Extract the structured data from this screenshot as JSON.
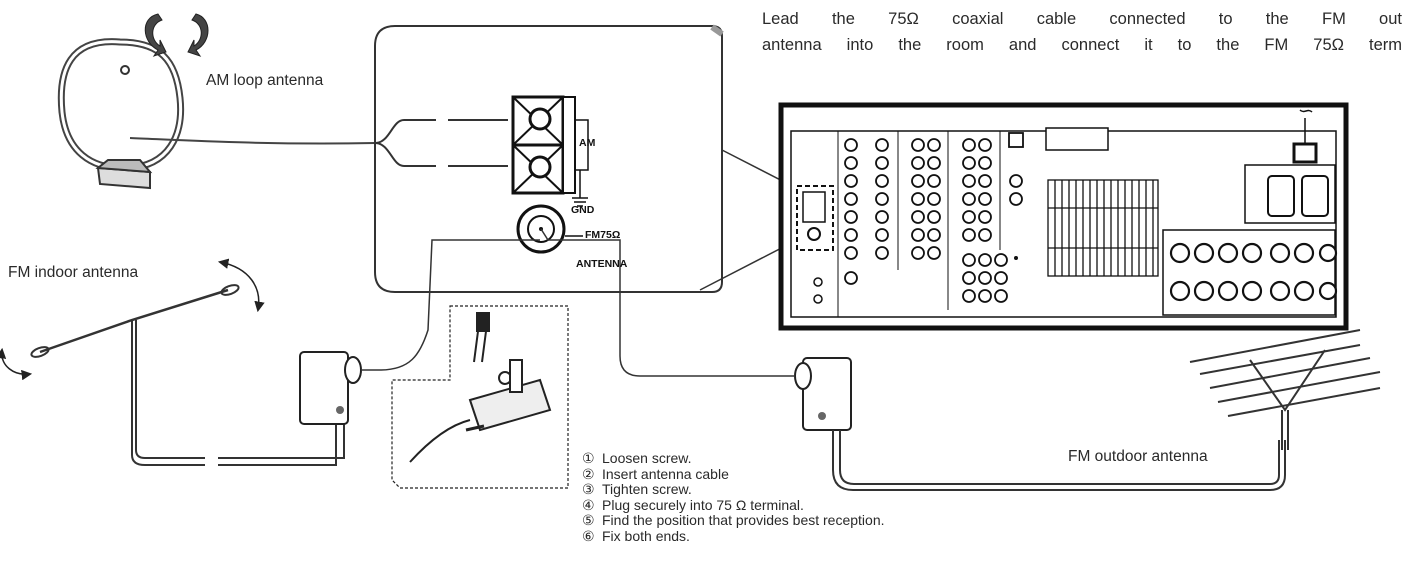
{
  "intro": {
    "line1": "Lead the 75Ω coaxial cable connected to the FM out",
    "line2": "antenna into the room and connect it to the FM 75Ω term"
  },
  "labels": {
    "am_loop": "AM loop antenna",
    "fm_indoor": "FM indoor antenna",
    "fm_outdoor": "FM outdoor antenna"
  },
  "terminal_panel": {
    "am": "AM",
    "gnd": "GND",
    "fm75": "FM75Ω",
    "antenna": "ANTENNA"
  },
  "steps": [
    {
      "num": "①",
      "text": "Loosen screw."
    },
    {
      "num": "②",
      "text": "Insert antenna cable"
    },
    {
      "num": "③",
      "text": "Tighten screw."
    },
    {
      "num": "④",
      "text": "Plug securely into 75 Ω terminal."
    },
    {
      "num": "⑤",
      "text": "Find the position that provides best reception."
    },
    {
      "num": "⑥",
      "text": "Fix both ends."
    }
  ]
}
